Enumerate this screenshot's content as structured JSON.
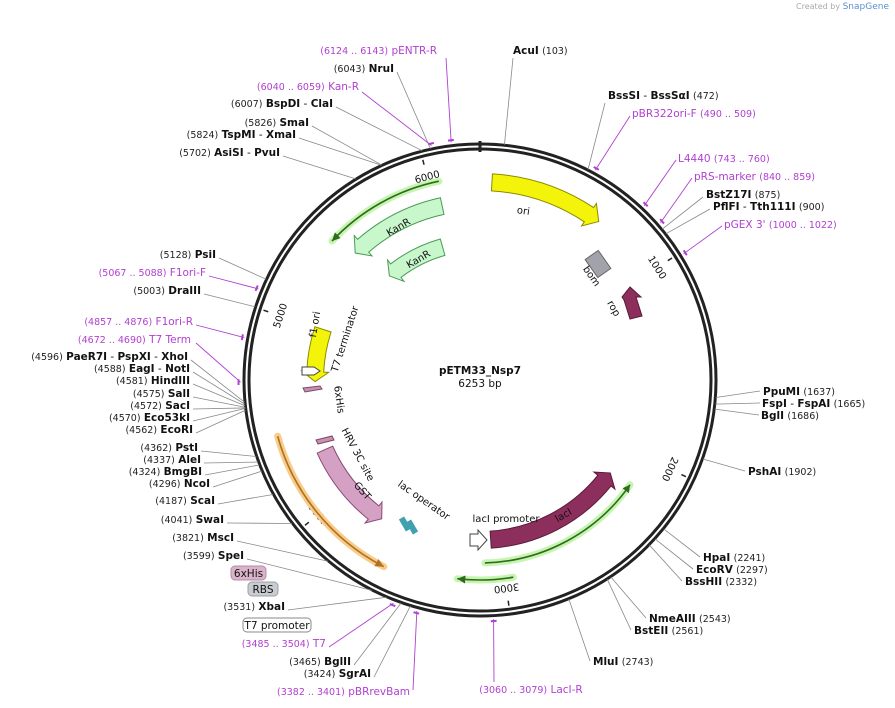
{
  "credit": {
    "prefix": "Created by",
    "brand": "SnapGene"
  },
  "plasmid": {
    "name": "pETM33_Nsp7",
    "size_label": "6253 bp",
    "length": 6253
  },
  "colors": {
    "backbone": "#222222",
    "primer": "#b040d0",
    "enzyme": "#111111",
    "ori": "#f4f40a",
    "kanR": "#c8f7cc",
    "lacI": "#8c2f5c",
    "rop": "#8c2f5c",
    "bom": "#a0a4aa",
    "gst": "#d4a0c4",
    "orf_yellow_halo": "#f5c07a",
    "orf_green_halo": "#c0f080"
  },
  "ticks": [
    {
      "label": "1000",
      "pos": 1000
    },
    {
      "label": "2000",
      "pos": 2000
    },
    {
      "label": "3000",
      "pos": 3000
    },
    {
      "label": "4000",
      "pos": 4000
    },
    {
      "label": "5000",
      "pos": 5000
    },
    {
      "label": "6000",
      "pos": 6000
    }
  ],
  "enzymes_right": [
    {
      "name": "AcuI",
      "pos_label": "(103)"
    },
    {
      "name": "BssSI",
      "name2": "BssSαI",
      "pos_label": "(472)"
    },
    {
      "name": "BstZ17I",
      "pos_label": "(875)"
    },
    {
      "name": "PflFI",
      "name2": "Tth111I",
      "pos_label": "(900)"
    },
    {
      "name": "PpuMI",
      "pos_label": "(1637)"
    },
    {
      "name": "FspI",
      "name2": "FspAI",
      "pos_label": "(1665)"
    },
    {
      "name": "BglI",
      "pos_label": "(1686)"
    },
    {
      "name": "PshAI",
      "pos_label": "(1902)"
    },
    {
      "name": "HpaI",
      "pos_label": "(2241)"
    },
    {
      "name": "EcoRV",
      "pos_label": "(2297)"
    },
    {
      "name": "BssHII",
      "pos_label": "(2332)"
    },
    {
      "name": "NmeAIII",
      "pos_label": "(2543)"
    },
    {
      "name": "BstEII",
      "pos_label": "(2561)"
    },
    {
      "name": "MluI",
      "pos_label": "(2743)"
    }
  ],
  "enzymes_left": [
    {
      "name": "NruI",
      "pos_label": "(6043)"
    },
    {
      "name": "BspDI",
      "name2": "ClaI",
      "pos_label": "(6007)"
    },
    {
      "name": "SmaI",
      "pos_label": "(5826)"
    },
    {
      "name": "TspMI",
      "name2": "XmaI",
      "pos_label": "(5824)"
    },
    {
      "name": "AsiSI",
      "name2": "PvuI",
      "pos_label": "(5702)"
    },
    {
      "name": "PsiI",
      "pos_label": "(5128)"
    },
    {
      "name": "DraIII",
      "pos_label": "(5003)"
    },
    {
      "name": "PaeR7I",
      "name2": "PspXI",
      "name3": "XhoI",
      "pos_label": "(4596)"
    },
    {
      "name": "EagI",
      "name2": "NotI",
      "pos_label": "(4588)"
    },
    {
      "name": "HindIII",
      "pos_label": "(4581)"
    },
    {
      "name": "SalI",
      "pos_label": "(4575)"
    },
    {
      "name": "SacI",
      "pos_label": "(4572)"
    },
    {
      "name": "Eco53kI",
      "pos_label": "(4570)"
    },
    {
      "name": "EcoRI",
      "pos_label": "(4562)"
    },
    {
      "name": "PstI",
      "pos_label": "(4362)"
    },
    {
      "name": "AleI",
      "pos_label": "(4337)"
    },
    {
      "name": "BmgBI",
      "pos_label": "(4324)"
    },
    {
      "name": "NcoI",
      "pos_label": "(4296)"
    },
    {
      "name": "ScaI",
      "pos_label": "(4187)"
    },
    {
      "name": "SwaI",
      "pos_label": "(4041)"
    },
    {
      "name": "MscI",
      "pos_label": "(3821)"
    },
    {
      "name": "SpeI",
      "pos_label": "(3599)"
    },
    {
      "name": "XbaI",
      "pos_label": "(3531)"
    },
    {
      "name": "BglII",
      "pos_label": "(3465)"
    },
    {
      "name": "SgrAI",
      "pos_label": "(3424)"
    }
  ],
  "primers": [
    {
      "name": "pENTR-R",
      "range": "(6124 .. 6143)"
    },
    {
      "name": "Kan-R",
      "range": "(6040 .. 6059)"
    },
    {
      "name": "pBR322ori-F",
      "range": "(490 .. 509)"
    },
    {
      "name": "L4440",
      "range": "(743 .. 760)"
    },
    {
      "name": "pRS-marker",
      "range": "(840 .. 859)"
    },
    {
      "name": "pGEX 3'",
      "range": "(1000 .. 1022)"
    },
    {
      "name": "F1ori-F",
      "range": "(5067 .. 5088)"
    },
    {
      "name": "F1ori-R",
      "range": "(4857 .. 4876)"
    },
    {
      "name": "T7 Term",
      "range": "(4672 .. 4690)"
    },
    {
      "name": "T7",
      "range": "(3485 .. 3504)"
    },
    {
      "name": "pBRrevBam",
      "range": "(3382 .. 3401)"
    },
    {
      "name": "LacI-R",
      "range": "(3060 .. 3079)"
    }
  ],
  "features": {
    "ori": "ori",
    "kanR_outer": "KanR",
    "kanR_inner": "KanR",
    "bom": "bom",
    "rop": "rop",
    "lacI": "lacI",
    "lacI_promoter": "lacI promoter",
    "f1_ori": "f1 ori",
    "t7_terminator": "T7 terminator",
    "his6": "6xHis",
    "hrv3c": "HRV 3C site",
    "gst": "GST",
    "lac_operator": "lac operator"
  },
  "boxed": [
    {
      "text": "6xHis"
    },
    {
      "text": "RBS"
    },
    {
      "text": "T7 promoter"
    }
  ]
}
